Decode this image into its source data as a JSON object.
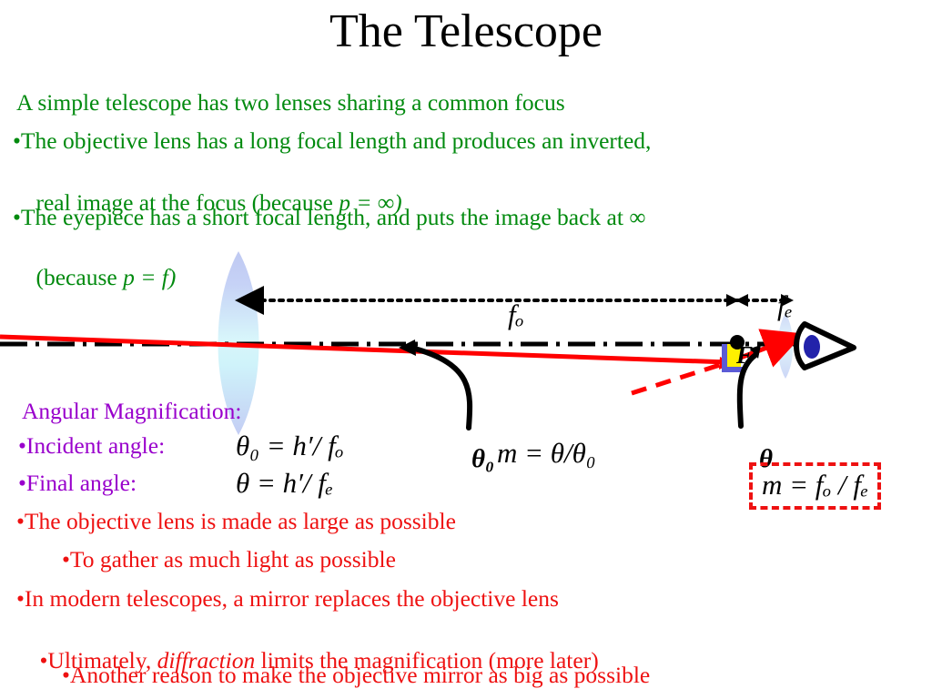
{
  "slide": {
    "title": "The Telescope",
    "colors": {
      "title": "#000000",
      "green": "#008A0E",
      "purple": "#9900CC",
      "red": "#EE1111",
      "ray": "#FF0000",
      "lens_fill": "#C8D2F5",
      "lens_mid": "#CFF5FB",
      "pupil": "#2222AA",
      "image_object": "#FFF000",
      "image_object_edge": "#5B5BD6",
      "background": "#FFFFFF"
    }
  },
  "intro": {
    "lines": [
      "A simple telescope has two lenses sharing a common focus",
      "•The objective lens has a long focal length and produces an inverted,",
      "real image at the focus (because ",
      "•The eyepiece has a short focal length, and puts the image back at ∞",
      "(because "
    ],
    "inline_math": {
      "p_infinity": "p = ∞)",
      "p_equals_f": "p = f)"
    }
  },
  "magnification": {
    "heading": "Angular Magnification:",
    "incident_label": "•Incident angle:",
    "final_label": "•Final angle:",
    "incident_formula": "θ₀ = h′/ fₒ",
    "final_formula": "θ = h′/ fₑ",
    "ratio_formula": "m = θ/θ₀",
    "boxed_formula": "m = fₒ / fₑ"
  },
  "bullets": {
    "items": [
      {
        "text": "•The objective lens is made as large as possible",
        "indent": 0
      },
      {
        "text": "•To gather as much light as possible",
        "indent": 1
      },
      {
        "text": "•In modern telescopes, a mirror replaces the objective lens",
        "indent": 0
      },
      {
        "text": "•Ultimately, ",
        "indent": 0,
        "italic": "diffraction",
        "tail": " limits the magnification (more later)"
      },
      {
        "text": "•Another reason to make the objective mirror as big as possible",
        "indent": 1
      }
    ]
  },
  "diagram": {
    "objective_focal_label": "fₒ",
    "eyepiece_focal_label": "fₑ",
    "focus_label": "F",
    "incident_angle_label": "θ₀",
    "final_angle_label": "θ",
    "objective_lens_name": "objective lens",
    "eyepiece_lens_name": "eyepiece lens",
    "eye_name": "observer eye",
    "optical_axis_name": "optical axis"
  }
}
